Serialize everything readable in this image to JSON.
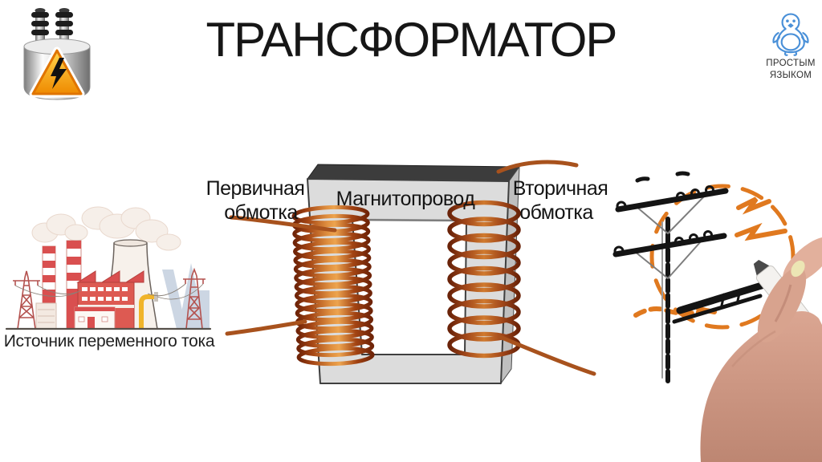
{
  "header": {
    "title": "ТРАНСФОРМАТОР",
    "brand": {
      "line1": "ПРОСТЫМ",
      "line2": "ЯЗЫКОМ"
    }
  },
  "diagram": {
    "core_label": "Магнитопровод",
    "primary": {
      "line1": "Первичная",
      "line2": "обмотка",
      "turns": 17
    },
    "secondary": {
      "line1": "Вторичная",
      "line2": "обмотка",
      "turns": 9
    }
  },
  "power_source": {
    "caption": "Источник переменного тока"
  },
  "colors": {
    "copper": "#b05018",
    "core_face": "#dcdcdc",
    "core_top": "#3c3c3c",
    "penguin_blue": "#4a90d8",
    "sketch_orange": "#e0791f",
    "plant_red": "#d94f4f",
    "warning_orange": "#f08a00",
    "skin": "#d8a38e"
  }
}
